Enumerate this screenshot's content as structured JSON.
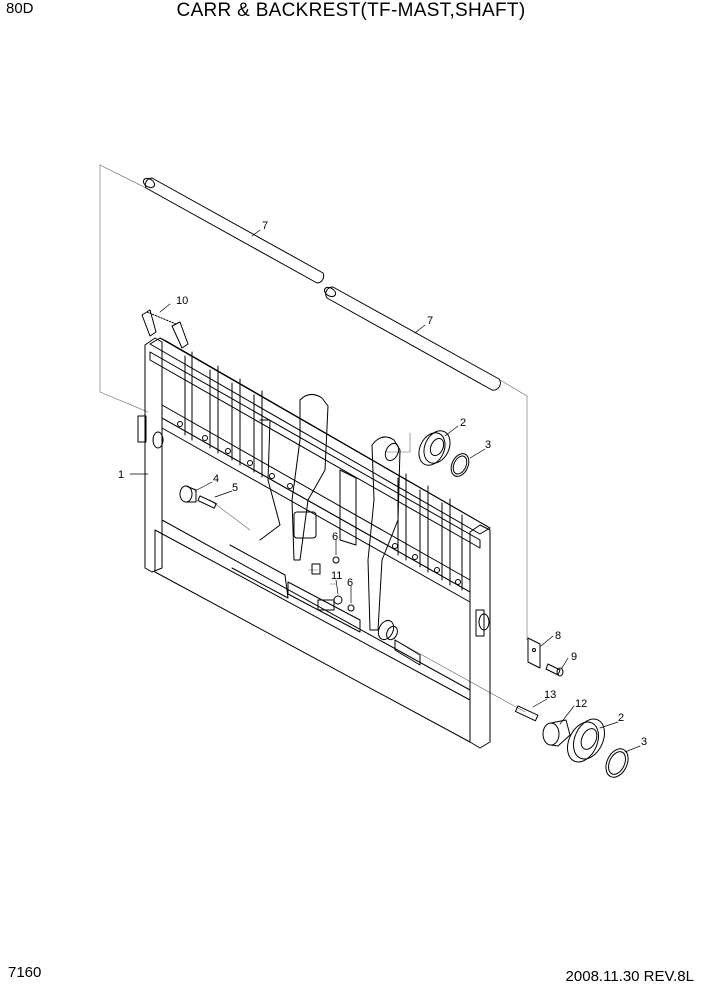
{
  "header": {
    "model": "80D",
    "title": "CARR & BACKREST(TF-MAST,SHAFT)"
  },
  "footer": {
    "page_number": "7160",
    "date_revision": "2008.11.30  REV.8L"
  },
  "callouts": {
    "c1": "1",
    "c2a": "2",
    "c2b": "2",
    "c3a": "3",
    "c3b": "3",
    "c4": "4",
    "c5": "5",
    "c6a": "6",
    "c6b": "6",
    "c7a": "7",
    "c7b": "7",
    "c8": "8",
    "c9": "9",
    "c10": "10",
    "c11": "11",
    "c12": "12",
    "c13": "13"
  }
}
